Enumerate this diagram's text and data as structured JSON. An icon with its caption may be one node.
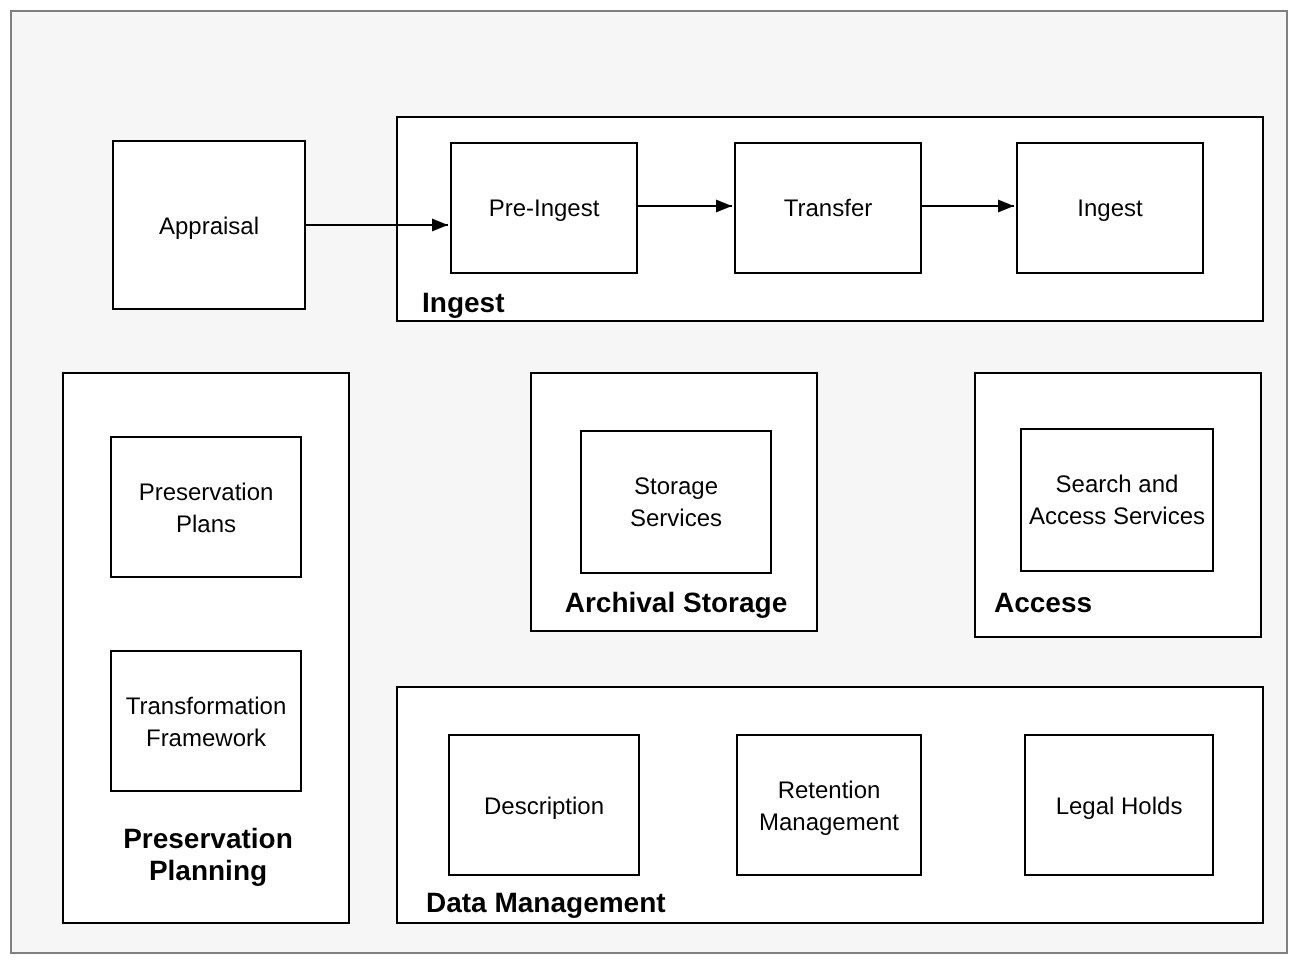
{
  "diagram": {
    "nodes": [
      {
        "text": [
          "Appraisal"
        ]
      },
      {
        "text": [
          "Ingest"
        ]
      },
      {
        "text": [
          "Pre-Ingest"
        ],
        "in": 1
      },
      {
        "text": [
          "Transfer"
        ],
        "in": 1
      },
      {
        "text": [
          "Ingest"
        ],
        "in": 1
      },
      {
        "text": [
          "Preservation Planning"
        ]
      },
      {
        "text": [
          "Preservation Plans"
        ],
        "in": 5
      },
      {
        "text": [
          "Transformation Framework"
        ],
        "in": 5
      },
      {
        "text": [
          "Archival Storage"
        ]
      },
      {
        "text": [
          "Storage Services"
        ],
        "in": 8
      },
      {
        "text": [
          "Access"
        ]
      },
      {
        "text": [
          "Search and Access Services"
        ],
        "in": 10
      },
      {
        "text": [
          "Data Management"
        ]
      },
      {
        "text": [
          "Description"
        ],
        "in": 12
      },
      {
        "text": [
          "Retention Management"
        ],
        "in": 12
      },
      {
        "text": [
          "Legal Holds"
        ],
        "in": 12
      }
    ],
    "edges": [
      {
        "from": 0,
        "to": 2,
        "arrow": "to"
      },
      {
        "from": 2,
        "to": 3,
        "arrow": "to"
      },
      {
        "from": 3,
        "to": 4,
        "arrow": "to"
      }
    ]
  }
}
